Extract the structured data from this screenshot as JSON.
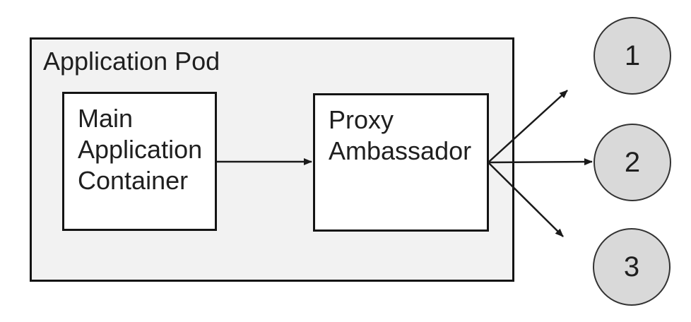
{
  "diagram": {
    "pod": {
      "label": "Application Pod"
    },
    "nodes": [
      {
        "id": "main-application-container",
        "label": "Main Application Container"
      },
      {
        "id": "proxy-ambassador",
        "label": "Proxy Ambassador"
      }
    ],
    "targets": [
      {
        "label": "1"
      },
      {
        "label": "2"
      },
      {
        "label": "3"
      }
    ],
    "arrows": [
      {
        "from": "main-application-container",
        "to": "proxy-ambassador"
      },
      {
        "from": "proxy-ambassador",
        "to": "1"
      },
      {
        "from": "proxy-ambassador",
        "to": "2"
      },
      {
        "from": "proxy-ambassador",
        "to": "3"
      }
    ],
    "colors": {
      "pod_fill": "#f2f2f2",
      "node_fill": "#ffffff",
      "circle_fill": "#d9d9d9",
      "stroke": "#1a1a1a",
      "text": "#1f1f1f"
    }
  }
}
